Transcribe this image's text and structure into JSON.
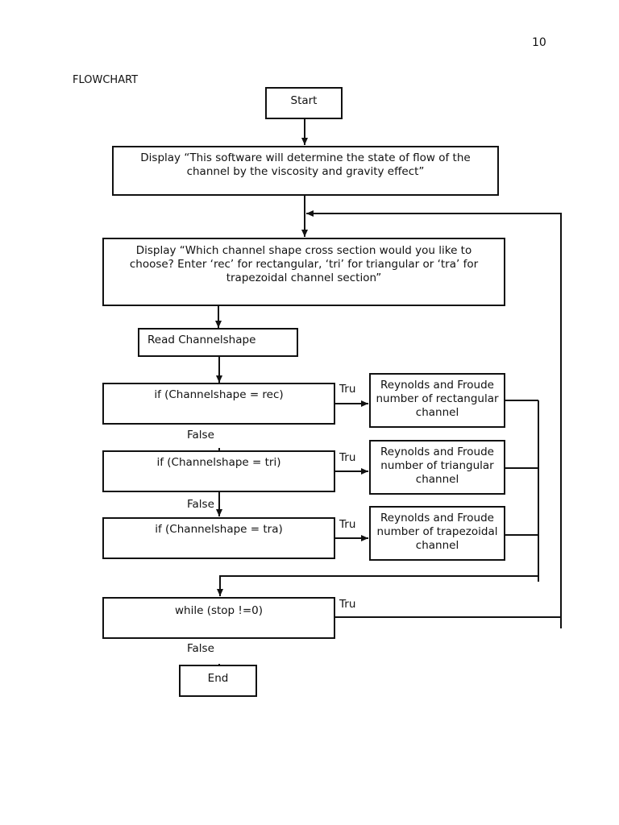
{
  "page": {
    "number": "10",
    "heading": "FLOWCHART"
  },
  "flowchart": {
    "start": "Start",
    "intro_display": "Display “This software will determine the state of flow of the channel by the viscosity and gravity effect”",
    "shape_prompt": "Display “Which channel shape cross section would you like to choose? Enter ‘rec’ for rectangular, ‘tri’ for triangular or ‘tra’ for trapezoidal channel section”",
    "read_input": "Read Channelshape",
    "decisions": [
      {
        "condition": "if (Channelshape = rec)",
        "true_label": "Tru",
        "false_label": "False",
        "action": "Reynolds and Froude number of rectangular channel"
      },
      {
        "condition": "if (Channelshape = tri)",
        "true_label": "Tru",
        "false_label": "False",
        "action": "Reynolds and Froude number of triangular channel"
      },
      {
        "condition": "if (Channelshape = tra)",
        "true_label": "Tru",
        "action": "Reynolds and Froude number of trapezoidal channel"
      }
    ],
    "loop": {
      "condition": "while (stop !=0)",
      "true_label": "Tru",
      "false_label": "False"
    },
    "end": "End"
  }
}
